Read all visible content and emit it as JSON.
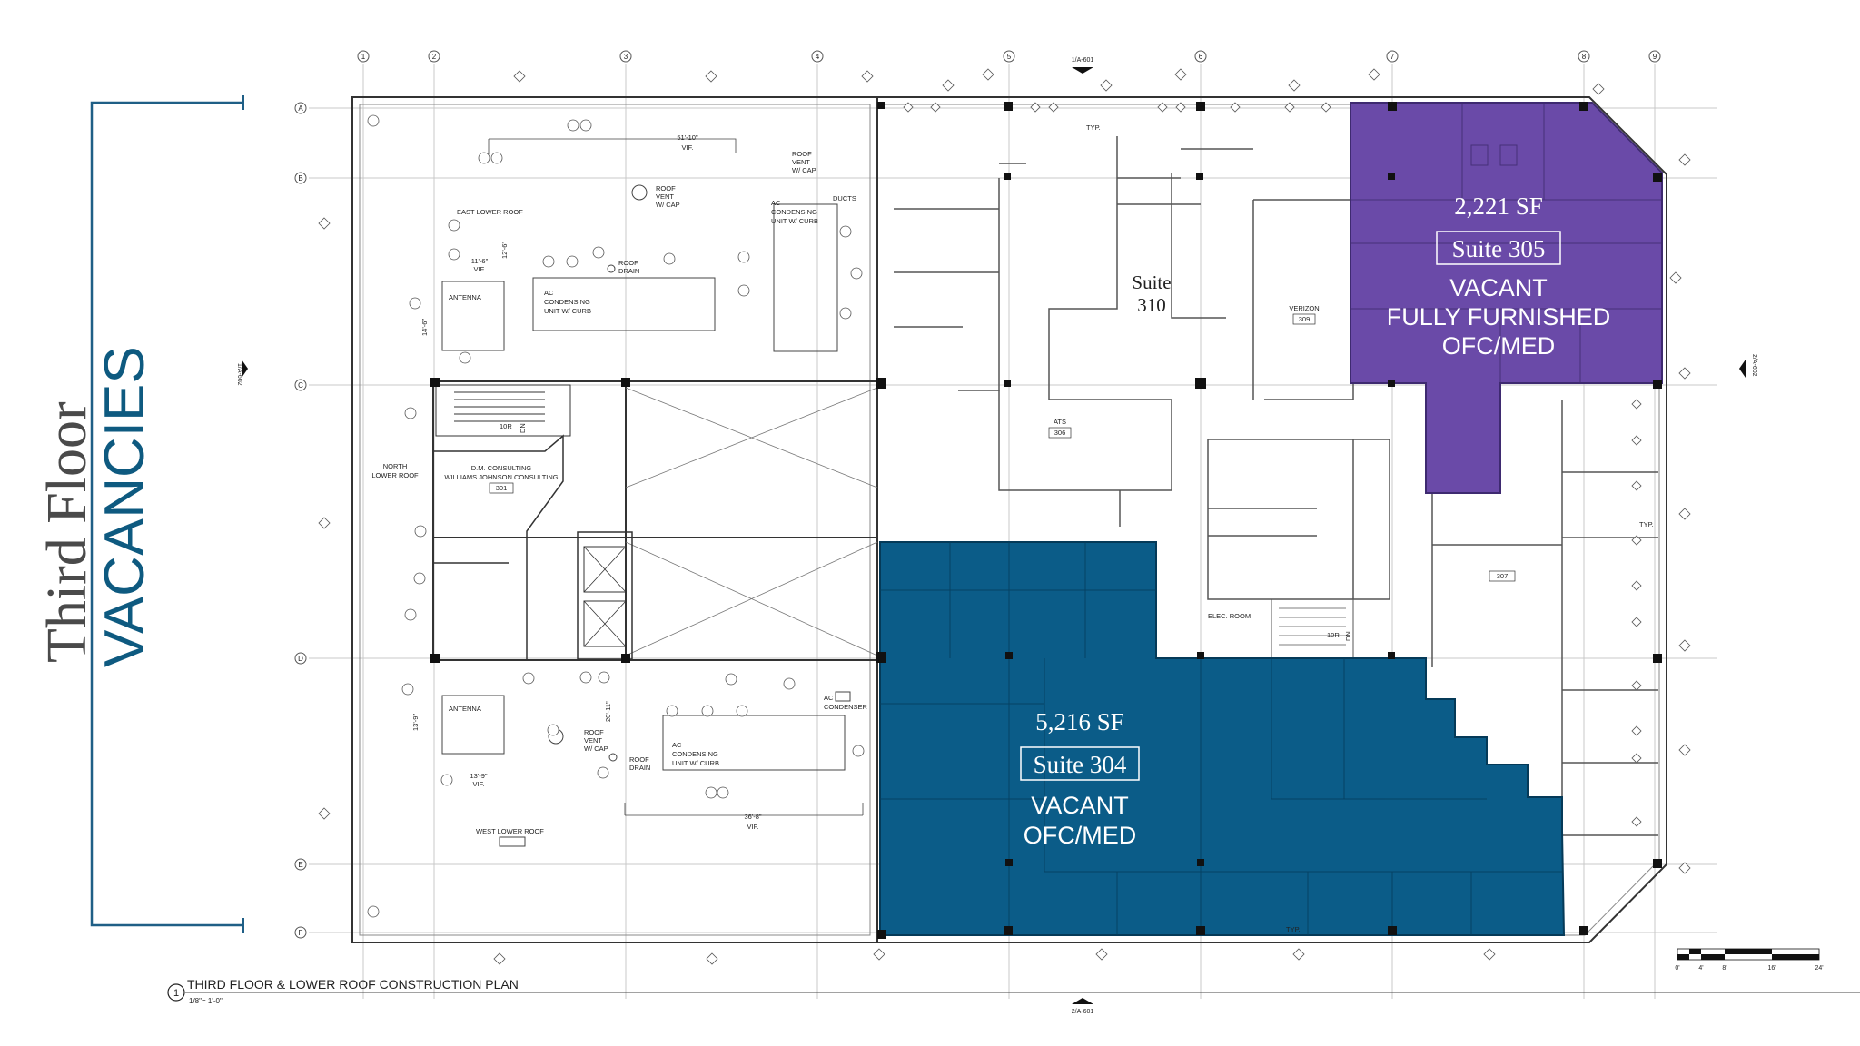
{
  "side_title": {
    "line1": "Third Floor",
    "line2": "VACANCIES",
    "colors": {
      "line1": "#4a4a4a",
      "line2": "#0e5a80",
      "bracket": "#1f5f86"
    }
  },
  "grid": {
    "columns": [
      "1",
      "2",
      "3",
      "4",
      "5",
      "6",
      "7",
      "8",
      "9"
    ],
    "rows": [
      "A",
      "B",
      "C",
      "D",
      "E",
      "F"
    ]
  },
  "suites": [
    {
      "area": "2,221 SF",
      "name": "Suite 305",
      "status": "VACANT",
      "detail": "FULLY FURNISHED",
      "use": "OFC/MED",
      "color": "#6a4aa8"
    },
    {
      "area": "5,216 SF",
      "name": "Suite 304",
      "status": "VACANT",
      "use": "OFC/MED",
      "color": "#0b5c88"
    }
  ],
  "suite_310": {
    "line1": "Suite",
    "line2": "310"
  },
  "rooms": {
    "verizon": "VERIZON",
    "verizon_no": "309",
    "ats": "ATS",
    "ats_no": "306",
    "r307": "307",
    "tenant301_a": "D.M. CONSULTING",
    "tenant301_b": "WILLIAMS JOHNSON CONSULTING",
    "r301": "301",
    "elec": "ELEC. ROOM",
    "stair_note": "10R",
    "stair_dn": "DN"
  },
  "roof_labels": {
    "east_lower": "EAST LOWER ROOF",
    "north_lower_a": "NORTH",
    "north_lower_b": "LOWER ROOF",
    "west_lower": "WEST LOWER ROOF",
    "antenna": "ANTENNA",
    "ac_unit_a": "AC",
    "ac_unit_b": "CONDENSING",
    "ac_unit_c": "UNIT W/ CURB",
    "roof_vent_a": "ROOF",
    "roof_vent_b": "VENT",
    "roof_vent_c": "W/ CAP",
    "roof_drain_a": "ROOF",
    "roof_drain_b": "DRAIN",
    "ducts": "DUCTS",
    "ac_condenser_a": "AC",
    "ac_condenser_b": "CONDENSER",
    "dim_top": "51'-10\"",
    "dim_bottom": "36'-8\"",
    "vif": "VIF.",
    "dim_a": "11'-6\"",
    "dim_b": "12'-6\"",
    "dim_c": "14'-6\"",
    "dim_d": "13'-9\"",
    "dim_e": "20'-11\"",
    "dim_f": "13'-9\""
  },
  "section_marks": {
    "top": "1/A-601",
    "bottom": "2/A-601",
    "left": "1/A-602",
    "right": "2/A-602",
    "typ": "TYP."
  },
  "footer": {
    "number": "1",
    "title": "THIRD FLOOR & LOWER ROOF CONSTRUCTION PLAN",
    "scale": "1/8\"= 1'-0\""
  },
  "scale_bar": {
    "ticks": [
      "0'",
      "4'",
      "8'",
      "16'",
      "24'"
    ]
  }
}
